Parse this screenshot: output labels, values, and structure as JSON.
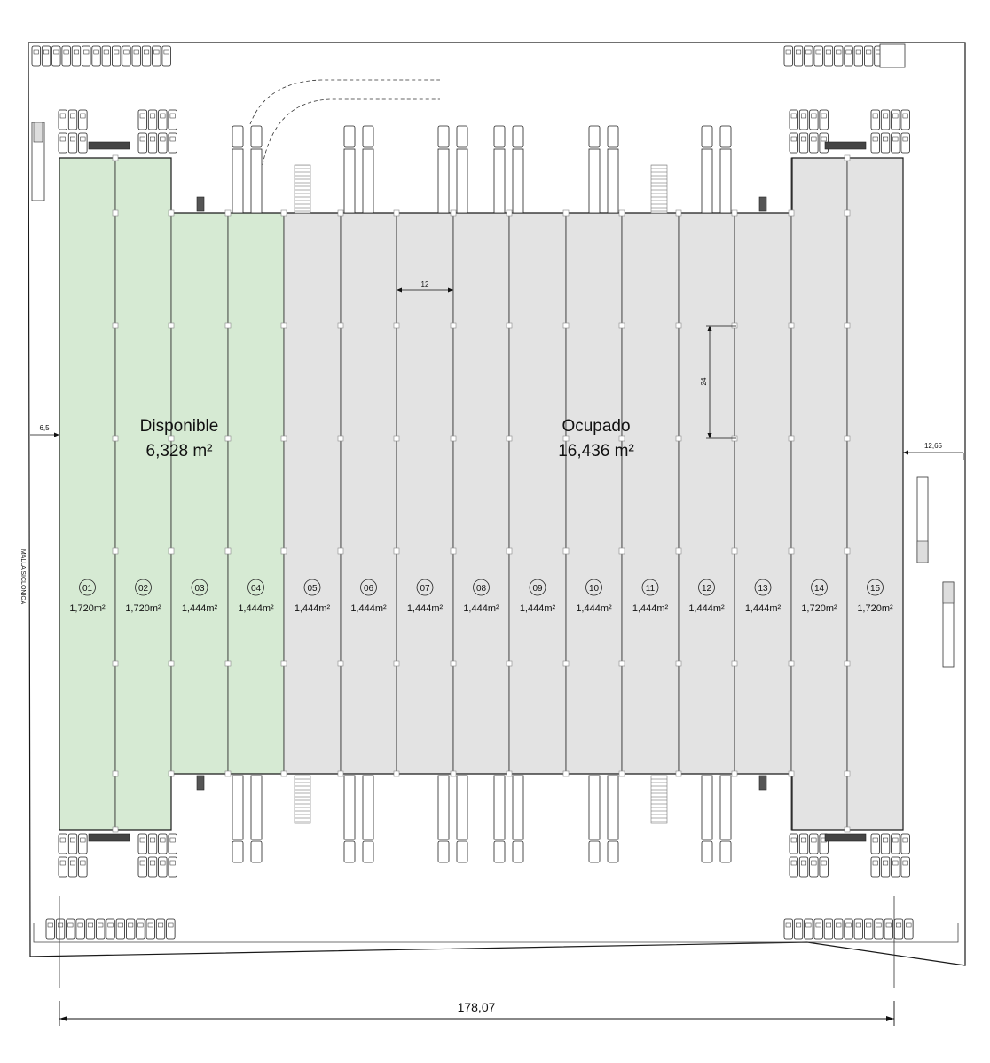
{
  "summary": {
    "available_label": "Disponible",
    "available_area": "6,328 m²",
    "occupied_label": "Ocupado",
    "occupied_area": "16,436 m²"
  },
  "bays": [
    {
      "number": "01",
      "area": "1,720m²",
      "status": "available"
    },
    {
      "number": "02",
      "area": "1,720m²",
      "status": "available"
    },
    {
      "number": "03",
      "area": "1,444m²",
      "status": "available"
    },
    {
      "number": "04",
      "area": "1,444m²",
      "status": "available"
    },
    {
      "number": "05",
      "area": "1,444m²",
      "status": "occupied"
    },
    {
      "number": "06",
      "area": "1,444m²",
      "status": "occupied"
    },
    {
      "number": "07",
      "area": "1,444m²",
      "status": "occupied"
    },
    {
      "number": "08",
      "area": "1,444m²",
      "status": "occupied"
    },
    {
      "number": "09",
      "area": "1,444m²",
      "status": "occupied"
    },
    {
      "number": "10",
      "area": "1,444m²",
      "status": "occupied"
    },
    {
      "number": "11",
      "area": "1,444m²",
      "status": "occupied"
    },
    {
      "number": "12",
      "area": "1,444m²",
      "status": "occupied"
    },
    {
      "number": "13",
      "area": "1,444m²",
      "status": "occupied"
    },
    {
      "number": "14",
      "area": "1,720m²",
      "status": "occupied"
    },
    {
      "number": "15",
      "area": "1,720m²",
      "status": "occupied"
    }
  ],
  "dimensions": {
    "total_width": "178,07",
    "bay_width": "12",
    "column_spacing": "24",
    "left_setback": "6,5",
    "right_setback": "12,65"
  },
  "labels": {
    "fence": "MALLA SICLONICA"
  },
  "colors": {
    "available": "#d6ead3",
    "occupied": "#e3e3e3",
    "line": "#1a1a1a"
  }
}
